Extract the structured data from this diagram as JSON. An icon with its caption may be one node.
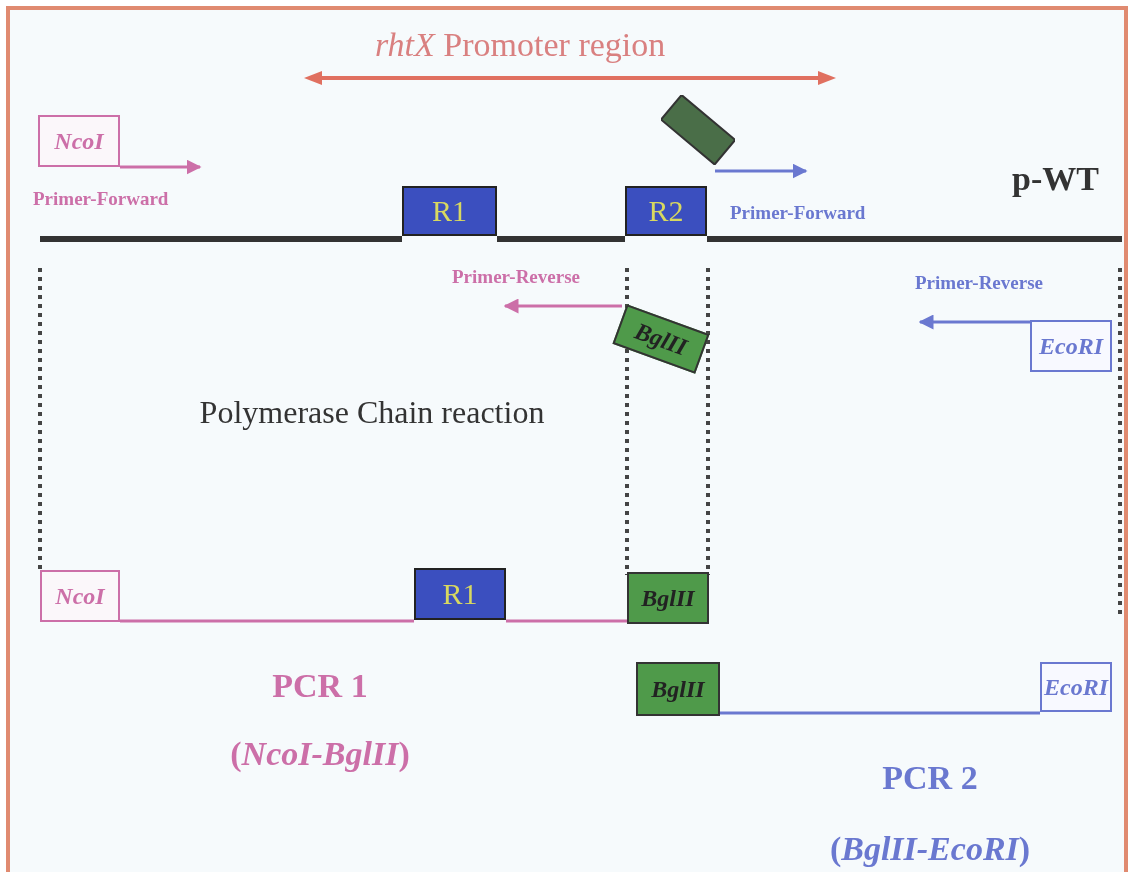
{
  "diagram": {
    "title": "*rhtX* Promoter region",
    "nodes": [
      {
        "text": [
          "NcoI"
        ]
      },
      {
        "text": [
          "R1"
        ]
      },
      {
        "text": [
          "R2"
        ]
      },
      {
        "text": [],
        "shape": "box"
      },
      {
        "text": [
          "BglII"
        ]
      },
      {
        "text": [
          "EcoRI"
        ]
      },
      {
        "text": [
          "NcoI"
        ]
      },
      {
        "text": [
          "R1"
        ]
      },
      {
        "text": [
          "BglII"
        ]
      },
      {
        "text": [
          "BglII"
        ]
      },
      {
        "text": [
          "EcoRI"
        ]
      }
    ],
    "edges": [
      {
        "from": 0,
        "to": null,
        "arrow": "to"
      },
      {
        "from": 1,
        "to": 2,
        "arrow": "none",
        "style": "thick",
        "color": "#333333"
      },
      {
        "from": 3,
        "to": null,
        "arrow": "to",
        "color": "#6a78d0"
      },
      {
        "from": 4,
        "to": null,
        "arrow": "to"
      },
      {
        "from": 5,
        "to": null,
        "arrow": "to",
        "color": "#6a78d0"
      },
      {
        "from": 6,
        "to": 7,
        "arrow": "none"
      },
      {
        "from": 7,
        "to": 8,
        "arrow": "none"
      },
      {
        "from": 9,
        "to": 10,
        "arrow": "none",
        "color": "#6a78d0"
      }
    ],
    "labels": [
      "Primer-Forward",
      "Primer-Forward",
      "p-WT",
      "Primer-Reverse",
      "Primer-Reverse",
      "Polymerase Chain reaction",
      "PCR 1",
      "(*NcoI-BglII*)",
      "PCR 2",
      "(*BglII-EcoRI*)"
    ]
  }
}
